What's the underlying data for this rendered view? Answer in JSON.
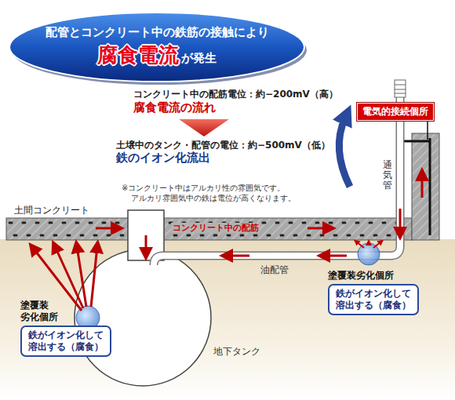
{
  "diagram": {
    "nodes": [
      {
        "text": [
          "配管とコンクリート中の鉄筋の接触により",
          "腐食電流",
          "が発生"
        ]
      },
      {
        "text": [
          "電気的接続個所"
        ]
      },
      {
        "text": [
          "塗覆装劣化個所",
          "鉄がイオン化して溶出する（腐食）"
        ]
      },
      {
        "text": [
          "塗覆装 劣化個所",
          "鉄がイオン化して溶出する（腐食）"
        ]
      }
    ],
    "labels": [
      "コンクリート中の配筋電位：約−200mV（高）",
      "腐食電流の流れ",
      "土壌中のタンク・配管の電位：約−500mV（低）",
      "鉄のイオン化流出",
      "※コンクリート中はアルカリ性の雰囲気です。",
      "アルカリ雰囲気中の鉄は電位が高くなります。",
      "通気管",
      "土間コンクリート",
      "コンクリート中の配筋",
      "油配管",
      "地下タンク"
    ]
  }
}
